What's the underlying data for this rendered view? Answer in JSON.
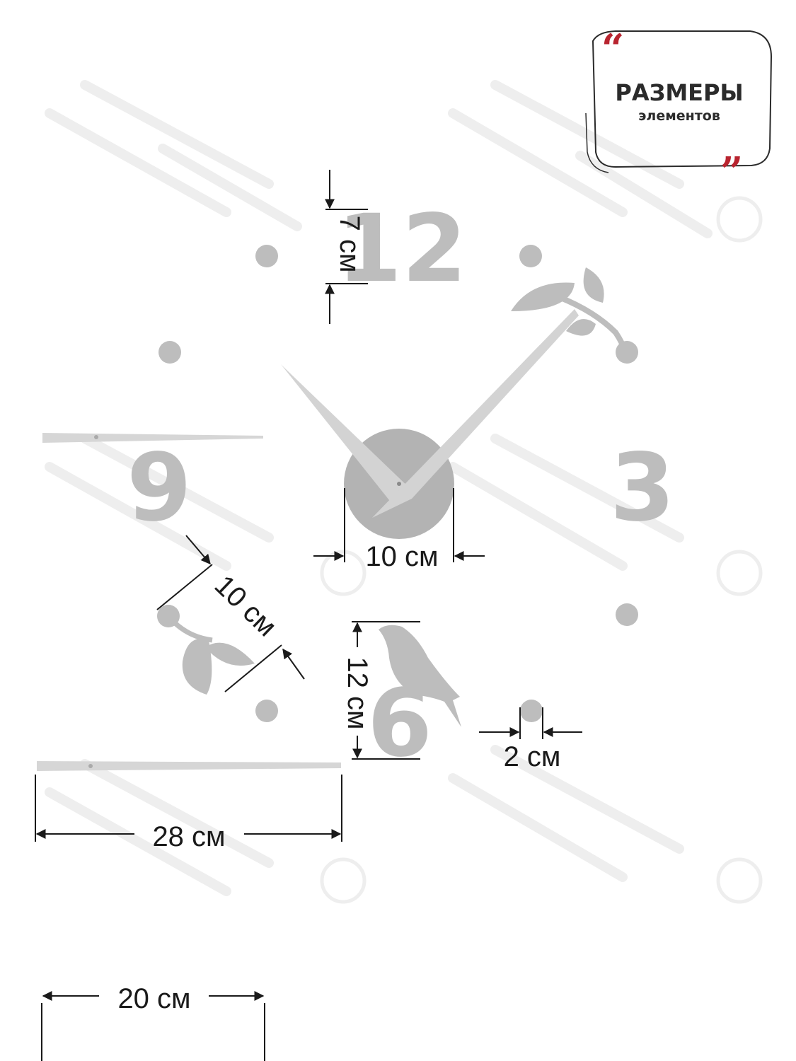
{
  "badge": {
    "title": "РАЗМЕРЫ",
    "subtitle": "элементов",
    "open_quote": "“",
    "close_quote": "”"
  },
  "numerals": {
    "twelve": "12",
    "three": "3",
    "six": "6",
    "nine": "9"
  },
  "dimensions": {
    "numeral_height": "7 см",
    "center_disc": "10 см",
    "leaf_branch": "10 см",
    "bird_height": "12 см",
    "dot": "2 см",
    "minute_hand": "28 см",
    "hour_hand": "20 см"
  },
  "colors": {
    "element": "#bdbdbd",
    "hand": "#d6d6d6",
    "line": "#1a1a1a",
    "accent": "#b8242f"
  }
}
